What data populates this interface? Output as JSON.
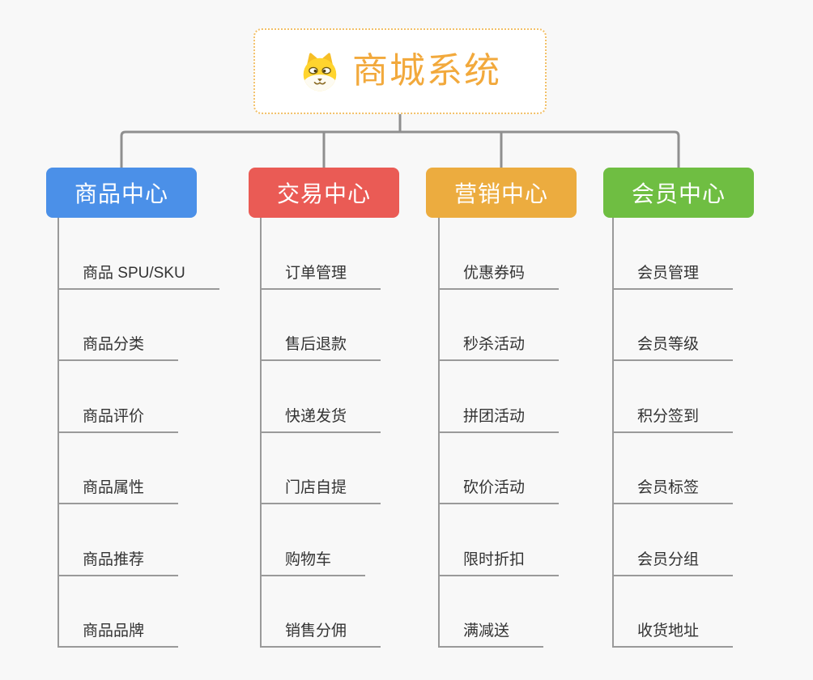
{
  "root": {
    "title": "商城系统",
    "icon": "dog-face-icon"
  },
  "branches": [
    {
      "key": "product-center",
      "label": "商品中心",
      "color": "#4b90e8",
      "children": [
        "商品 SPU/SKU",
        "商品分类",
        "商品评价",
        "商品属性",
        "商品推荐",
        "商品品牌"
      ]
    },
    {
      "key": "trade-center",
      "label": "交易中心",
      "color": "#ea5b55",
      "children": [
        "订单管理",
        "售后退款",
        "快递发货",
        "门店自提",
        "购物车",
        "销售分佣"
      ]
    },
    {
      "key": "marketing-center",
      "label": "营销中心",
      "color": "#ecac3f",
      "children": [
        "优惠券码",
        "秒杀活动",
        "拼团活动",
        "砍价活动",
        "限时折扣",
        "满减送"
      ]
    },
    {
      "key": "member-center",
      "label": "会员中心",
      "color": "#6fbe42",
      "children": [
        "会员管理",
        "会员等级",
        "积分签到",
        "会员标签",
        "会员分组",
        "收货地址"
      ]
    }
  ],
  "colors": {
    "background": "#f8f8f8",
    "connector": "#8f8f8f",
    "leaf_line": "#9a9a9a",
    "leaf_text": "#333333",
    "root_border": "#f2c068",
    "root_text": "#f2a93c"
  }
}
